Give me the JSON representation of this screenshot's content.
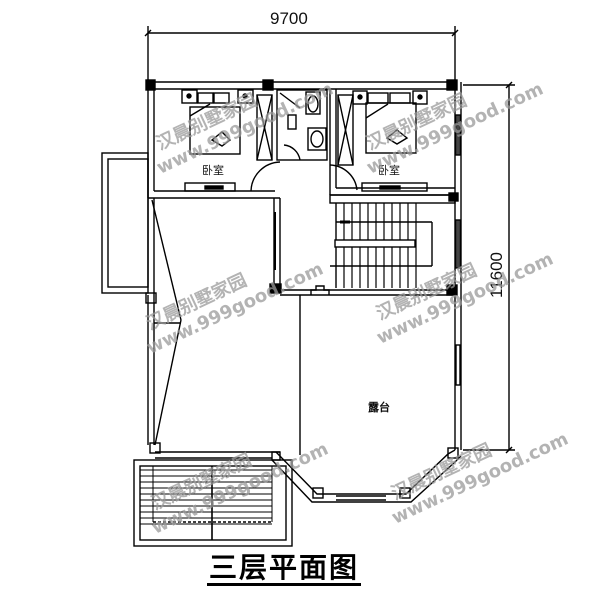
{
  "drawing": {
    "title": "三层平面图",
    "dimensions": {
      "width_label": "9700",
      "height_label": "11600"
    },
    "rooms": [
      {
        "id": "bedroom-left",
        "label": "卧室"
      },
      {
        "id": "bedroom-right",
        "label": "卧室"
      },
      {
        "id": "terrace",
        "label": "露台"
      }
    ],
    "watermark": {
      "site_name": "汉晨别墅家园",
      "url": "www.999good.com"
    }
  }
}
